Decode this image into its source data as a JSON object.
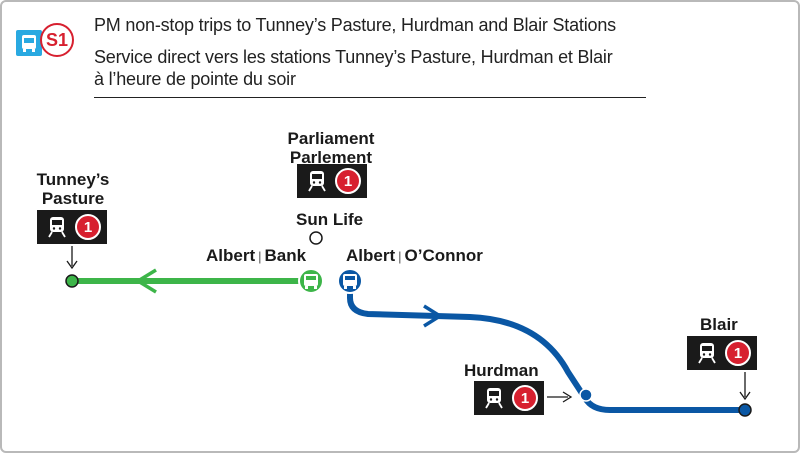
{
  "header": {
    "route_number": "S1",
    "bus_icon": "bus-icon",
    "line_en": "PM non-stop trips to Tunney’s Pasture, Hurdman and Blair Stations",
    "line_fr_1": "Service direct vers les stations Tunney’s Pasture, Hurdman et Blair",
    "line_fr_2": "à l’heure de pointe du soir"
  },
  "stations": {
    "tunneys": {
      "line1": "Tunney’s",
      "line2": "Pasture"
    },
    "parliament": {
      "line1": "Parliament",
      "line2": "Parlement"
    },
    "sunlife": {
      "name": "Sun Life"
    },
    "albert_bank": {
      "left": "Albert",
      "sep": "|",
      "right": "Bank"
    },
    "albert_oconnor": {
      "left": "Albert",
      "sep": "|",
      "right": "O’Connor"
    },
    "hurdman": {
      "name": "Hurdman"
    },
    "blair": {
      "name": "Blair"
    }
  },
  "otrain_badge": {
    "line_number": "1",
    "icon": "train-icon"
  },
  "colors": {
    "westbound": "#3db549",
    "eastbound": "#0a57a4",
    "otrain_red": "#d7202f",
    "bus_blue": "#29a9e1"
  }
}
